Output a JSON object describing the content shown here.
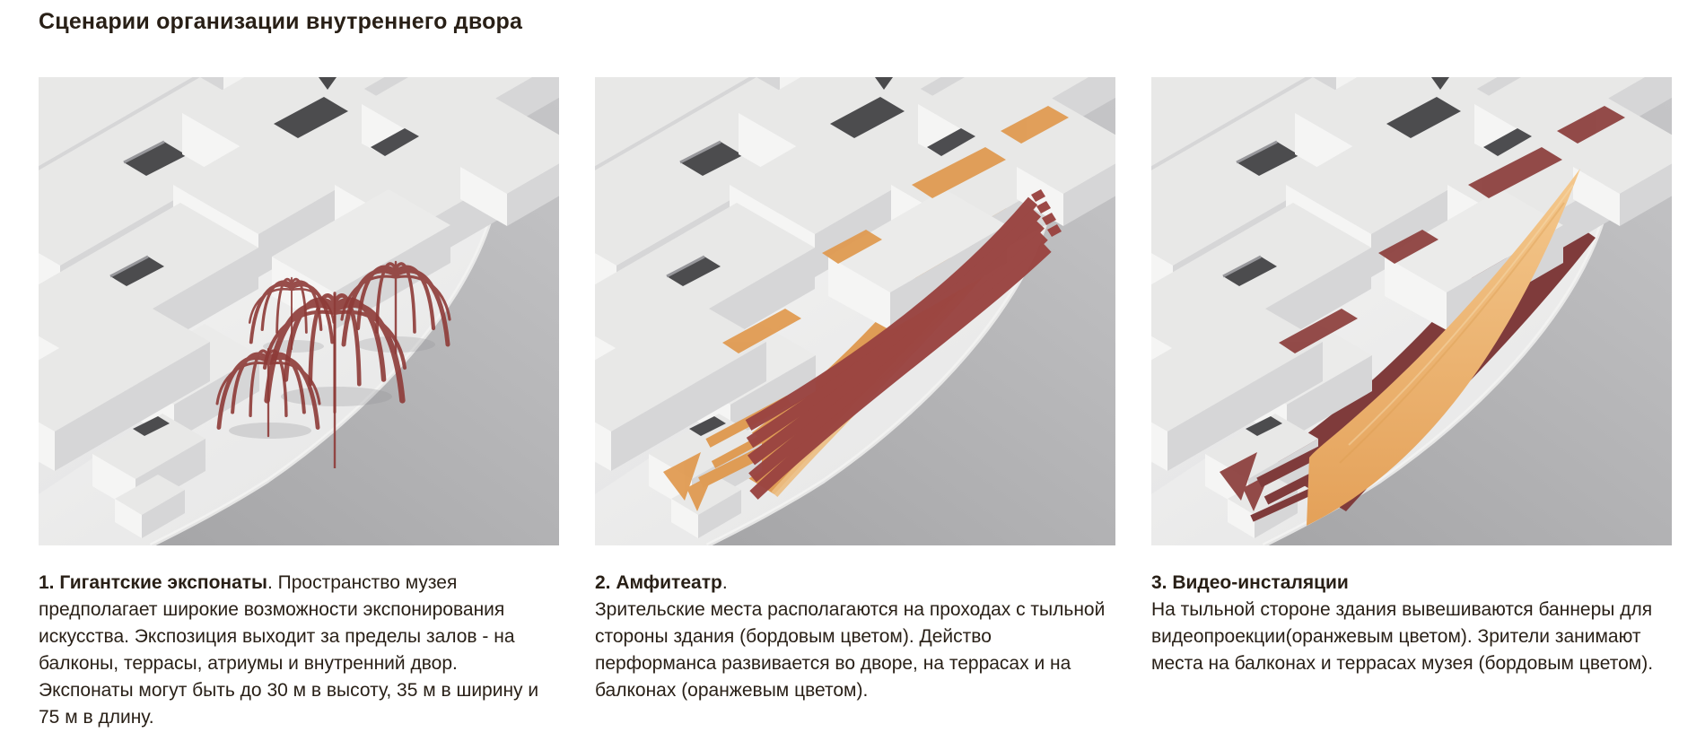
{
  "page": {
    "title": "Сценарии организации внутреннего двора"
  },
  "colors": {
    "text": "#281F16",
    "background": "#FFFFFF",
    "panel_backdrop_gray": "#AEAEB0",
    "terrain_light": "#F0F0EF",
    "building_white": "#F5F5F4",
    "bordeaux": "#9A4441",
    "orange": "#DF9C55",
    "banner_orange": "#EFB878"
  },
  "panels": [
    {
      "number": "1",
      "title": "1. Гигантские экспонаты",
      "title_suffix": ". Пространство музея предполагает широкие возможности экспонирования искусства. Экспозиция выходит за пределы залов - на балконы, террасы, атриумы и внутренний двор. Экспонаты могут быть до 30 м в высоту, 35 м в ширину и 75 м в длину.",
      "body": ""
    },
    {
      "number": "2",
      "title": "2. Амфитеатр",
      "title_suffix": ".",
      "body": "Зрительские места располагаются на проходах с тыльной стороны здания (бордовым цветом). Действо перформанса развивается во дворе, на террасах и на балконах (оранжевым цветом)."
    },
    {
      "number": "3",
      "title": "3. Видео-инсталяции",
      "title_suffix": "",
      "body": "На тыльной стороне здания вывешиваются баннеры для видеопроекции(оранжевым цветом). Зрители занимают места на балконах и террасах музея (бордовым цветом)."
    }
  ]
}
